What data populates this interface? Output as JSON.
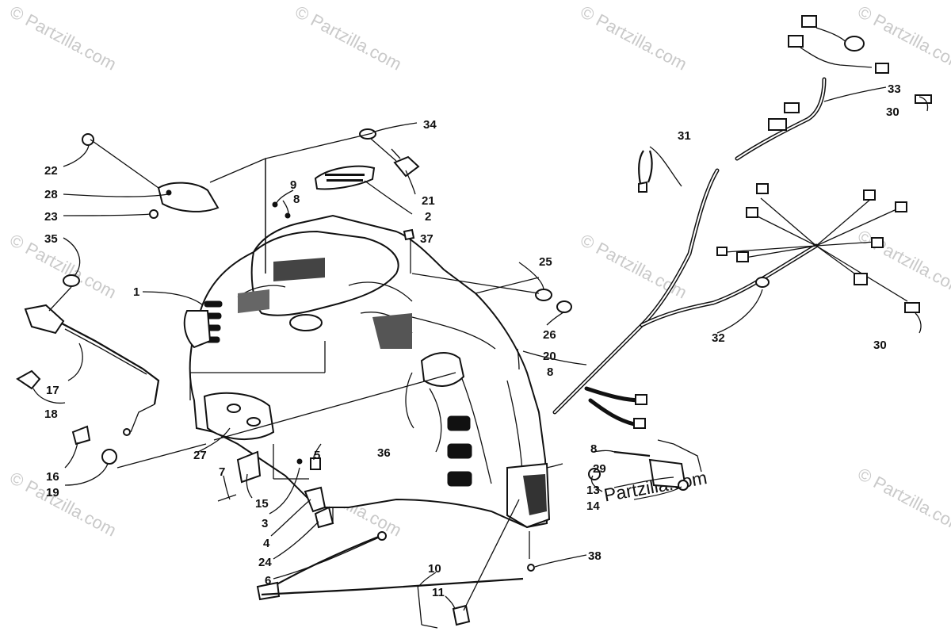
{
  "watermarks": {
    "repeat_text": "© Partzilla.com",
    "main_text": "Partzilla.com"
  },
  "callouts": [
    {
      "id": "c22",
      "label": "22"
    },
    {
      "id": "c28",
      "label": "28"
    },
    {
      "id": "c23",
      "label": "23"
    },
    {
      "id": "c35",
      "label": "35"
    },
    {
      "id": "c1",
      "label": "1"
    },
    {
      "id": "c17",
      "label": "17"
    },
    {
      "id": "c18",
      "label": "18"
    },
    {
      "id": "c16",
      "label": "16"
    },
    {
      "id": "c19",
      "label": "19"
    },
    {
      "id": "c34",
      "label": "34"
    },
    {
      "id": "c21",
      "label": "21"
    },
    {
      "id": "c9",
      "label": "9"
    },
    {
      "id": "c8a",
      "label": "8"
    },
    {
      "id": "c2",
      "label": "2"
    },
    {
      "id": "c37",
      "label": "37"
    },
    {
      "id": "c25",
      "label": "25"
    },
    {
      "id": "c26",
      "label": "26"
    },
    {
      "id": "c20",
      "label": "20"
    },
    {
      "id": "c8b",
      "label": "8"
    },
    {
      "id": "c31",
      "label": "31"
    },
    {
      "id": "c33",
      "label": "33"
    },
    {
      "id": "c30a",
      "label": "30"
    },
    {
      "id": "c32",
      "label": "32"
    },
    {
      "id": "c30b",
      "label": "30"
    },
    {
      "id": "c27",
      "label": "27"
    },
    {
      "id": "c7",
      "label": "7"
    },
    {
      "id": "c15",
      "label": "15"
    },
    {
      "id": "c5",
      "label": "5"
    },
    {
      "id": "c3",
      "label": "3"
    },
    {
      "id": "c4",
      "label": "4"
    },
    {
      "id": "c24",
      "label": "24"
    },
    {
      "id": "c6",
      "label": "6"
    },
    {
      "id": "c36",
      "label": "36"
    },
    {
      "id": "c8c",
      "label": "8"
    },
    {
      "id": "c29",
      "label": "29"
    },
    {
      "id": "c13",
      "label": "13"
    },
    {
      "id": "c14",
      "label": "14"
    },
    {
      "id": "c38",
      "label": "38"
    },
    {
      "id": "c10",
      "label": "10"
    },
    {
      "id": "c11",
      "label": "11"
    }
  ]
}
